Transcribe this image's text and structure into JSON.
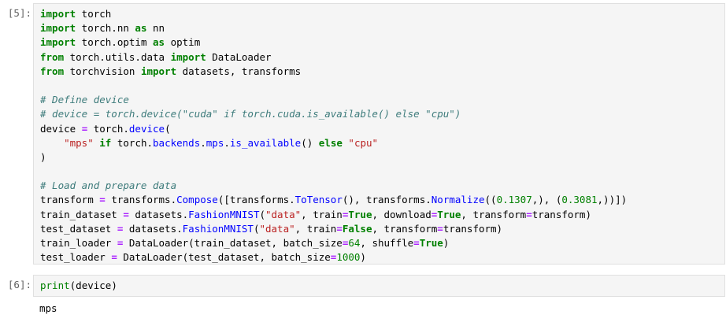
{
  "cells": [
    {
      "prompt": "[5]:",
      "lines": [
        [
          {
            "t": "import",
            "c": "kw"
          },
          {
            "t": " torch"
          }
        ],
        [
          {
            "t": "import",
            "c": "kw"
          },
          {
            "t": " torch.nn "
          },
          {
            "t": "as",
            "c": "kw"
          },
          {
            "t": " nn"
          }
        ],
        [
          {
            "t": "import",
            "c": "kw"
          },
          {
            "t": " torch.optim "
          },
          {
            "t": "as",
            "c": "kw"
          },
          {
            "t": " optim"
          }
        ],
        [
          {
            "t": "from",
            "c": "kw"
          },
          {
            "t": " torch.utils.data "
          },
          {
            "t": "import",
            "c": "kw"
          },
          {
            "t": " DataLoader"
          }
        ],
        [
          {
            "t": "from",
            "c": "kw"
          },
          {
            "t": " torchvision "
          },
          {
            "t": "import",
            "c": "kw"
          },
          {
            "t": " datasets, transforms"
          }
        ],
        [],
        [
          {
            "t": "# Define device",
            "c": "cm"
          }
        ],
        [
          {
            "t": "# device = torch.device(\"cuda\" if torch.cuda.is_available() else \"cpu\")",
            "c": "cm"
          }
        ],
        [
          {
            "t": "device "
          },
          {
            "t": "=",
            "c": "op"
          },
          {
            "t": " torch"
          },
          {
            "t": "."
          },
          {
            "t": "device",
            "c": "fn"
          },
          {
            "t": "("
          }
        ],
        [
          {
            "t": "    "
          },
          {
            "t": "\"mps\"",
            "c": "str"
          },
          {
            "t": " "
          },
          {
            "t": "if",
            "c": "kw"
          },
          {
            "t": " torch"
          },
          {
            "t": "."
          },
          {
            "t": "backends",
            "c": "fn"
          },
          {
            "t": "."
          },
          {
            "t": "mps",
            "c": "fn"
          },
          {
            "t": "."
          },
          {
            "t": "is_available",
            "c": "fn"
          },
          {
            "t": "() "
          },
          {
            "t": "else",
            "c": "kw"
          },
          {
            "t": " "
          },
          {
            "t": "\"cpu\"",
            "c": "str"
          }
        ],
        [
          {
            "t": ")"
          }
        ],
        [],
        [
          {
            "t": "# Load and prepare data",
            "c": "cm"
          }
        ],
        [
          {
            "t": "transform "
          },
          {
            "t": "=",
            "c": "op"
          },
          {
            "t": " transforms"
          },
          {
            "t": "."
          },
          {
            "t": "Compose",
            "c": "fn"
          },
          {
            "t": "([transforms"
          },
          {
            "t": "."
          },
          {
            "t": "ToTensor",
            "c": "fn"
          },
          {
            "t": "(), transforms"
          },
          {
            "t": "."
          },
          {
            "t": "Normalize",
            "c": "fn"
          },
          {
            "t": "(("
          },
          {
            "t": "0.1307",
            "c": "num"
          },
          {
            "t": ",), ("
          },
          {
            "t": "0.3081",
            "c": "num"
          },
          {
            "t": ",))])"
          }
        ],
        [
          {
            "t": "train_dataset "
          },
          {
            "t": "=",
            "c": "op"
          },
          {
            "t": " datasets"
          },
          {
            "t": "."
          },
          {
            "t": "FashionMNIST",
            "c": "fn"
          },
          {
            "t": "("
          },
          {
            "t": "\"data\"",
            "c": "str"
          },
          {
            "t": ", train"
          },
          {
            "t": "=",
            "c": "op"
          },
          {
            "t": "True",
            "c": "kw"
          },
          {
            "t": ", download"
          },
          {
            "t": "=",
            "c": "op"
          },
          {
            "t": "True",
            "c": "kw"
          },
          {
            "t": ", transform"
          },
          {
            "t": "=",
            "c": "op"
          },
          {
            "t": "transform)"
          }
        ],
        [
          {
            "t": "test_dataset "
          },
          {
            "t": "=",
            "c": "op"
          },
          {
            "t": " datasets"
          },
          {
            "t": "."
          },
          {
            "t": "FashionMNIST",
            "c": "fn"
          },
          {
            "t": "("
          },
          {
            "t": "\"data\"",
            "c": "str"
          },
          {
            "t": ", train"
          },
          {
            "t": "=",
            "c": "op"
          },
          {
            "t": "False",
            "c": "kw"
          },
          {
            "t": ", transform"
          },
          {
            "t": "=",
            "c": "op"
          },
          {
            "t": "transform)"
          }
        ],
        [
          {
            "t": "train_loader "
          },
          {
            "t": "=",
            "c": "op"
          },
          {
            "t": " DataLoader(train_dataset, batch_size"
          },
          {
            "t": "=",
            "c": "op"
          },
          {
            "t": "64",
            "c": "num"
          },
          {
            "t": ", shuffle"
          },
          {
            "t": "=",
            "c": "op"
          },
          {
            "t": "True",
            "c": "kw"
          },
          {
            "t": ")"
          }
        ],
        [
          {
            "t": "test_loader "
          },
          {
            "t": "=",
            "c": "op"
          },
          {
            "t": " DataLoader(test_dataset, batch_size"
          },
          {
            "t": "=",
            "c": "op"
          },
          {
            "t": "1000",
            "c": "num"
          },
          {
            "t": ")"
          }
        ]
      ]
    },
    {
      "prompt": "[6]:",
      "lines": [
        [
          {
            "t": "print",
            "c": "bi"
          },
          {
            "t": "(device)"
          }
        ]
      ],
      "output": "mps"
    }
  ]
}
